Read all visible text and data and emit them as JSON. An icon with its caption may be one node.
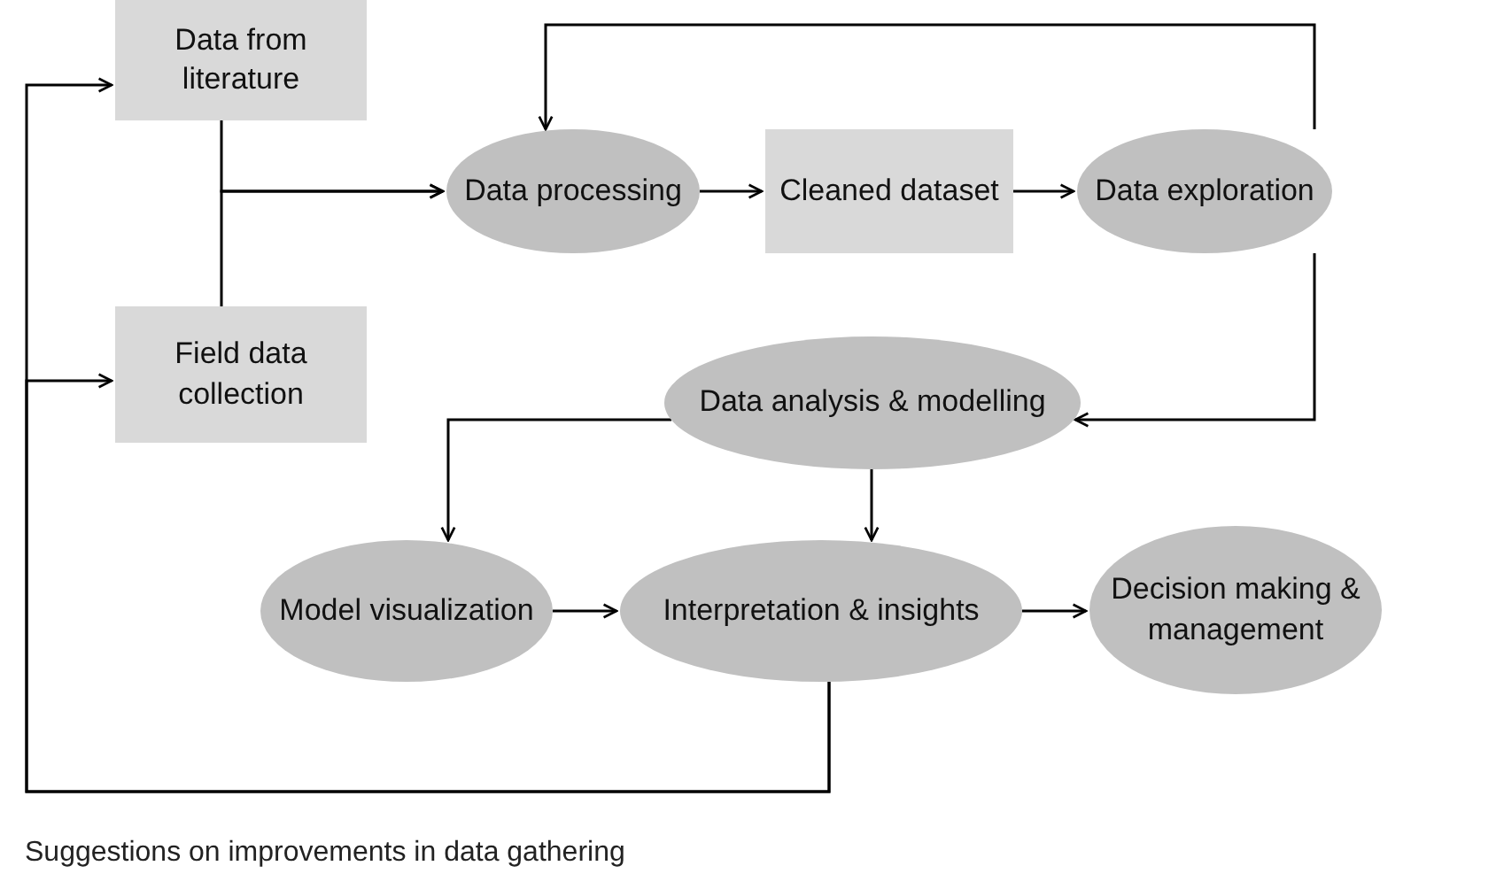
{
  "diagram": {
    "nodes": [
      {
        "text": [
          "Data from literature"
        ]
      },
      {
        "text": [
          "Field data collection"
        ]
      },
      {
        "text": [
          "Data processing"
        ]
      },
      {
        "text": [
          "Cleaned dataset"
        ]
      },
      {
        "text": [
          "Data exploration"
        ]
      },
      {
        "text": [
          "Data analysis & modelling"
        ]
      },
      {
        "text": [
          "Model visualization"
        ]
      },
      {
        "text": [
          "Interpretation & insights"
        ]
      },
      {
        "text": [
          "Decision making & management"
        ]
      }
    ],
    "edges": [
      {
        "from": 0,
        "to": 2,
        "arrow": "to"
      },
      {
        "from": 1,
        "to": 2,
        "arrow": "to"
      },
      {
        "from": 2,
        "to": 3,
        "arrow": "to"
      },
      {
        "from": 3,
        "to": 4,
        "arrow": "to"
      },
      {
        "from": 4,
        "to": 2,
        "arrow": "to"
      },
      {
        "from": 4,
        "to": 5,
        "arrow": "to"
      },
      {
        "from": 5,
        "to": 6,
        "arrow": "to"
      },
      {
        "from": 5,
        "to": 7,
        "arrow": "to"
      },
      {
        "from": 6,
        "to": 7,
        "arrow": "to"
      },
      {
        "from": 7,
        "to": 8,
        "arrow": "to"
      },
      {
        "from": 7,
        "to": 0,
        "arrow": "to",
        "label": "Suggestions on improvements in data gathering"
      },
      {
        "from": 7,
        "to": 1,
        "arrow": "to"
      }
    ]
  }
}
